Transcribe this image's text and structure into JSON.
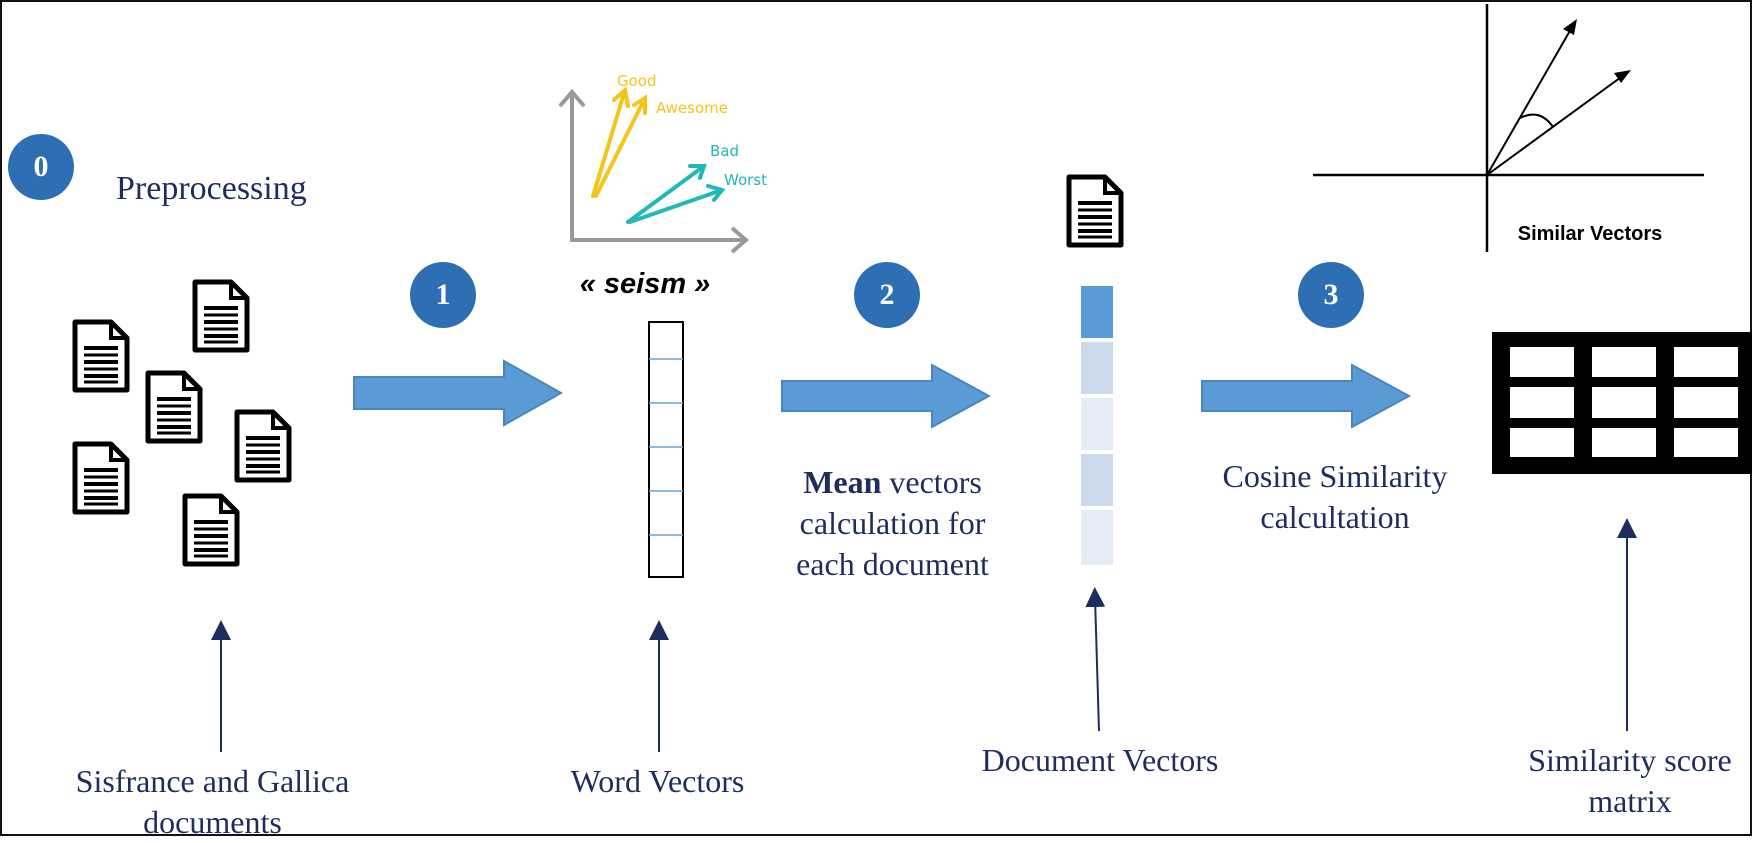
{
  "steps": {
    "step0": {
      "number": "0",
      "label": "Preprocessing"
    },
    "step1": {
      "number": "1"
    },
    "step2": {
      "number": "2",
      "label_bold": "Mean",
      "label_rest": " vectors",
      "label_line2": "calculation  for",
      "label_line3": "each document"
    },
    "step3": {
      "number": "3",
      "label_line1": "Cosine Similarity",
      "label_line2": "calcultation"
    }
  },
  "word_plot": {
    "words": [
      "Good",
      "Awesome",
      "Bad",
      "Worst"
    ],
    "colors": {
      "positive": "#f2c51a",
      "negative": "#22b8b8"
    },
    "word_label": "« seism »"
  },
  "similar_vectors": {
    "caption": "Similar Vectors"
  },
  "bottom_labels": {
    "documents_line1": "Sisfrance and Gallica",
    "documents_line2": "documents",
    "word_vectors": "Word Vectors",
    "document_vectors": "Document Vectors",
    "similarity_line1": "Similarity score",
    "similarity_line2": "matrix"
  },
  "colors": {
    "accent": "#2e6fb4",
    "arrow": "#5b9bd5",
    "text": "#1f2d5c"
  }
}
